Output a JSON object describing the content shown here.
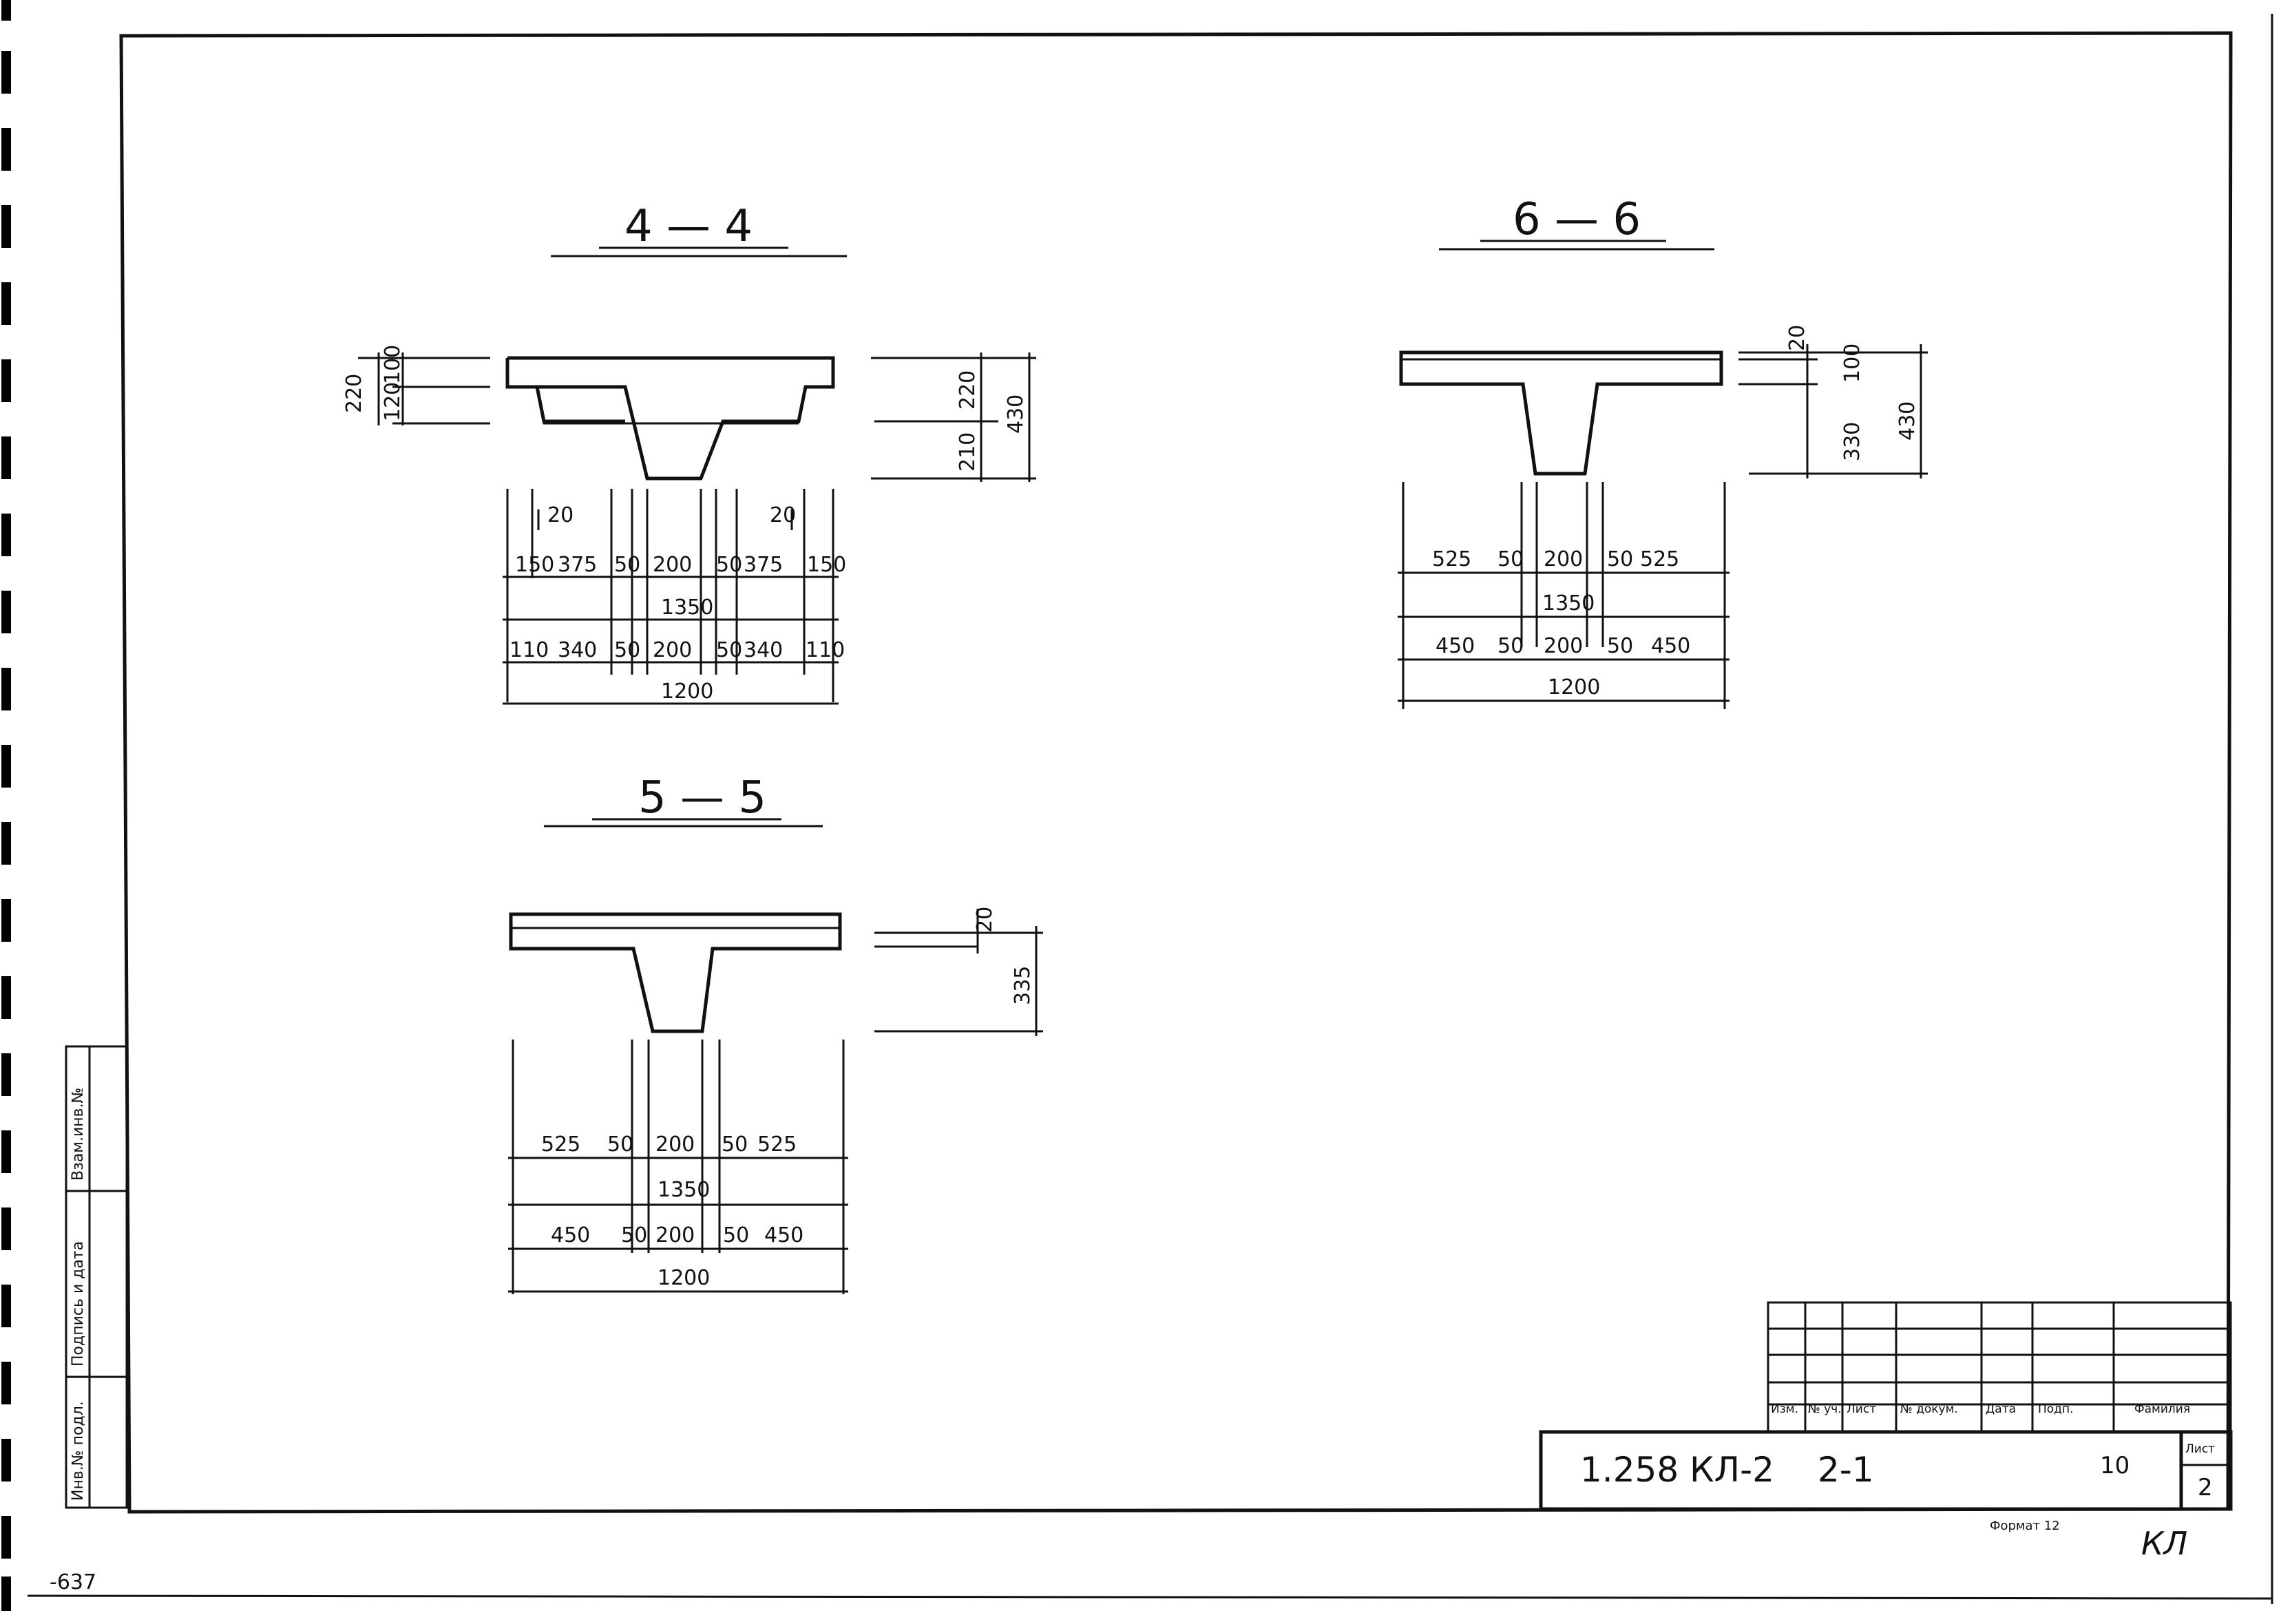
{
  "sections": {
    "s44": {
      "title": "4 — 4",
      "top": [
        "150",
        "375",
        "50",
        "200",
        "50",
        "375",
        "150"
      ],
      "total_top": "1350",
      "bottom": [
        "110",
        "340",
        "50",
        "200",
        "50",
        "340",
        "110"
      ],
      "total_bottom": "1200",
      "small": [
        "20",
        "20"
      ],
      "left_dims": [
        "220",
        "100",
        "120"
      ],
      "right_dims": [
        "220",
        "210",
        "430"
      ]
    },
    "s55": {
      "title": "5 — 5",
      "top": [
        "525",
        "50",
        "200",
        "50",
        "525"
      ],
      "total_top": "1350",
      "bottom": [
        "450",
        "50",
        "200",
        "50",
        "450"
      ],
      "total_bottom": "1200",
      "right_dims": [
        "20",
        "335"
      ]
    },
    "s66": {
      "title": "6 — 6",
      "top": [
        "525",
        "50",
        "200",
        "50",
        "525"
      ],
      "total_top": "1350",
      "bottom": [
        "450",
        "50",
        "200",
        "50",
        "450"
      ],
      "total_bottom": "1200",
      "right_dims": [
        "20",
        "100",
        "330",
        "430"
      ]
    }
  },
  "left_margin": [
    "Взам.инв.№",
    "Подпись и дата",
    "Инв.№ подл."
  ],
  "title_block": {
    "headers": [
      "Изм.",
      "№ уч.",
      "Лист",
      "№ докум.",
      "Дата",
      "Подп.",
      "Фамилия"
    ],
    "code": "1.258 КЛ-2",
    "part": "2-1",
    "number": "10",
    "sheet_label": "Лист",
    "sheet": "2",
    "format": "Формат 12",
    "corner_mark": "КЛ",
    "stamp": "-637"
  }
}
